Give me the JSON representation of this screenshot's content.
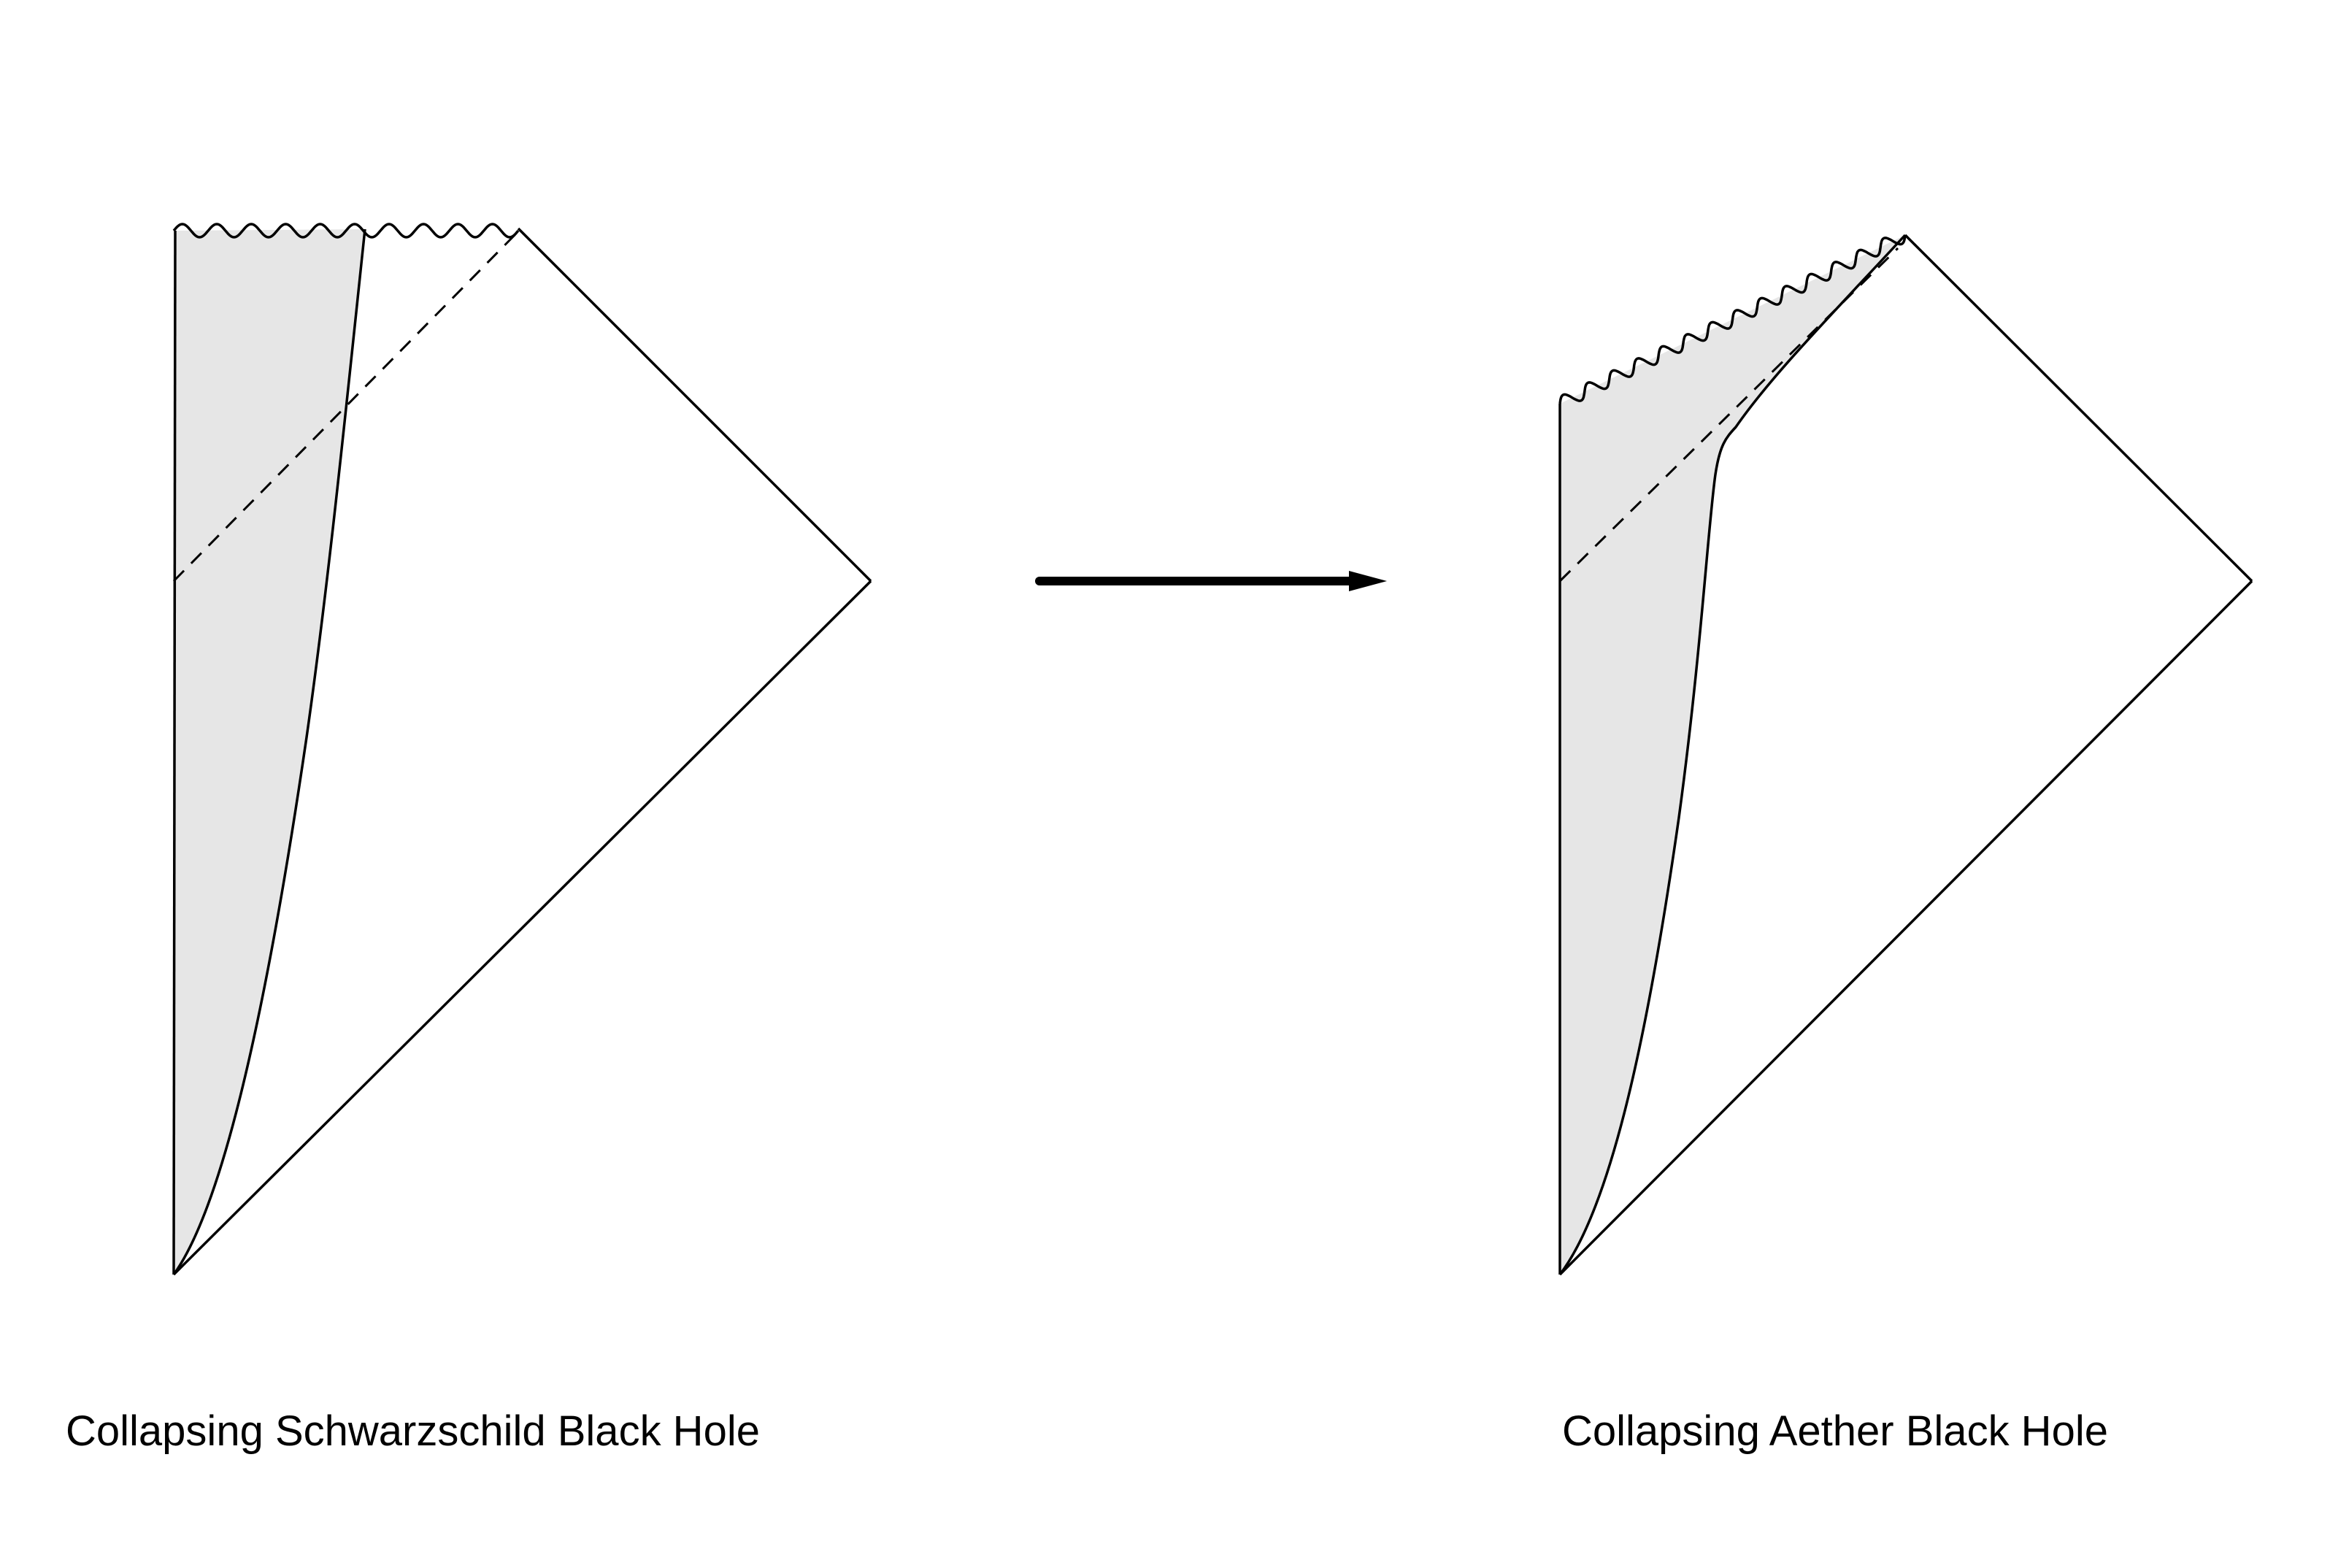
{
  "captions": {
    "left": "Collapsing Schwarzschild Black Hole",
    "right": "Collapsing Aether Black Hole"
  },
  "colors": {
    "stroke": "#000000",
    "fill_collapsing_matter": "#e6e6e6",
    "background": "#ffffff",
    "caption_text": "#000000"
  },
  "diagrams": [
    {
      "name": "schwarzschild",
      "regions": [
        "collapsing-matter-region"
      ],
      "lines": [
        "singularity-wavy-line",
        "event-horizon-dashed-line",
        "star-surface-curve",
        "future-null-infinity-line",
        "past-null-infinity-line",
        "origin-line"
      ]
    },
    {
      "name": "aether",
      "regions": [
        "collapsing-matter-region"
      ],
      "lines": [
        "singularity-wavy-line",
        "universal-horizon-dashed-line",
        "star-surface-curve",
        "future-null-infinity-line",
        "past-null-infinity-line",
        "origin-line"
      ]
    }
  ],
  "arrow": {
    "direction": "right",
    "icon": "right-arrow-icon"
  }
}
